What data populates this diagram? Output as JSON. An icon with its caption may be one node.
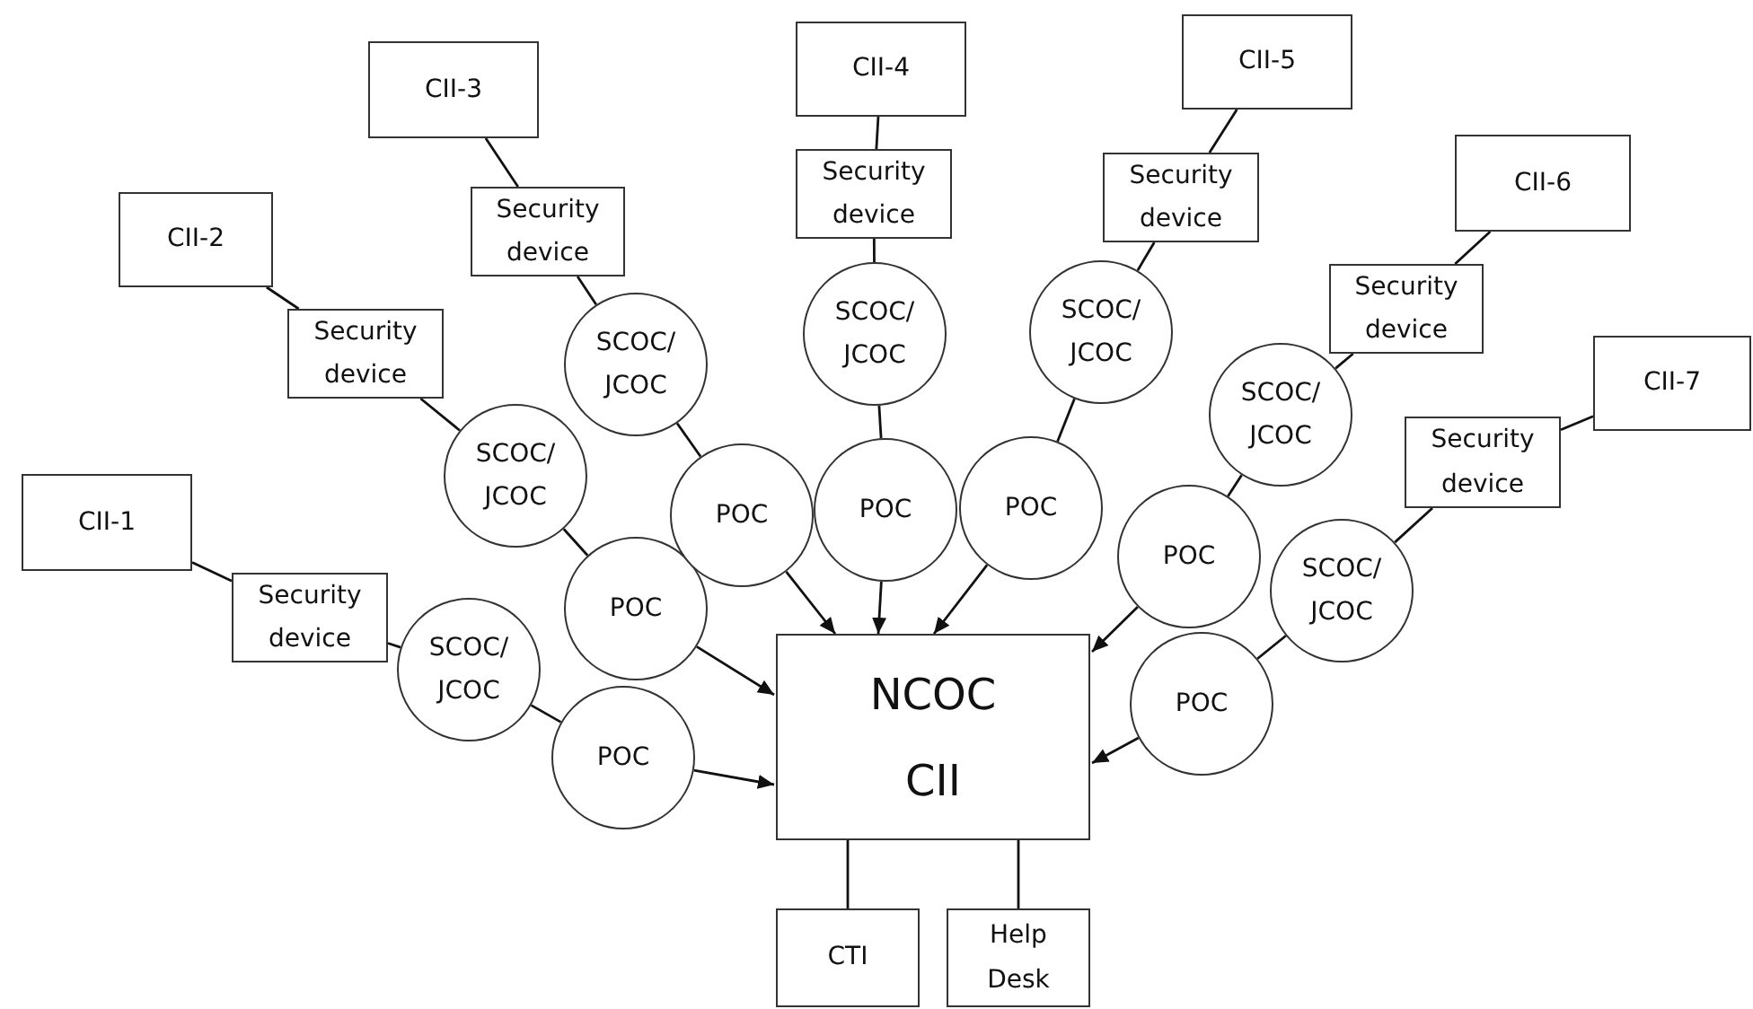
{
  "diagram": {
    "nodes": [
      {
        "text": [
          "CII-1"
        ]
      },
      {
        "text": [
          "Security device"
        ]
      },
      {
        "text": [
          "SCOC/ JCOC"
        ]
      },
      {
        "text": [
          "POC"
        ]
      },
      {
        "text": [
          "CII-2"
        ]
      },
      {
        "text": [
          "Security device"
        ]
      },
      {
        "text": [
          "SCOC/ JCOC"
        ]
      },
      {
        "text": [
          "POC"
        ]
      },
      {
        "text": [
          "CII-3"
        ]
      },
      {
        "text": [
          "Security device"
        ]
      },
      {
        "text": [
          "SCOC/ JCOC"
        ]
      },
      {
        "text": [
          "POC"
        ]
      },
      {
        "text": [
          "CII-4"
        ]
      },
      {
        "text": [
          "Security device"
        ]
      },
      {
        "text": [
          "SCOC/ JCOC"
        ]
      },
      {
        "text": [
          "POC"
        ]
      },
      {
        "text": [
          "CII-5"
        ]
      },
      {
        "text": [
          "Security device"
        ]
      },
      {
        "text": [
          "SCOC/ JCOC"
        ]
      },
      {
        "text": [
          "POC"
        ]
      },
      {
        "text": [
          "CII-6"
        ]
      },
      {
        "text": [
          "Security device"
        ]
      },
      {
        "text": [
          "SCOC/ JCOC"
        ]
      },
      {
        "text": [
          "POC"
        ]
      },
      {
        "text": [
          "CII-7"
        ]
      },
      {
        "text": [
          "Security device"
        ]
      },
      {
        "text": [
          "SCOC/ JCOC"
        ]
      },
      {
        "text": [
          "POC"
        ]
      },
      {
        "text": [
          "NCOC CII"
        ]
      },
      {
        "text": [
          "CTI"
        ]
      },
      {
        "text": [
          "Help Desk"
        ]
      }
    ],
    "edges": [
      {
        "from": 0,
        "to": 1,
        "arrow": "none"
      },
      {
        "from": 1,
        "to": 2,
        "arrow": "none"
      },
      {
        "from": 2,
        "to": 3,
        "arrow": "none"
      },
      {
        "from": 3,
        "to": 28,
        "arrow": "to"
      },
      {
        "from": 4,
        "to": 5,
        "arrow": "none"
      },
      {
        "from": 5,
        "to": 6,
        "arrow": "none"
      },
      {
        "from": 6,
        "to": 7,
        "arrow": "none"
      },
      {
        "from": 7,
        "to": 28,
        "arrow": "to"
      },
      {
        "from": 8,
        "to": 9,
        "arrow": "none"
      },
      {
        "from": 9,
        "to": 10,
        "arrow": "none"
      },
      {
        "from": 10,
        "to": 11,
        "arrow": "none"
      },
      {
        "from": 11,
        "to": 28,
        "arrow": "to"
      },
      {
        "from": 12,
        "to": 13,
        "arrow": "none"
      },
      {
        "from": 13,
        "to": 14,
        "arrow": "none"
      },
      {
        "from": 14,
        "to": 15,
        "arrow": "none"
      },
      {
        "from": 15,
        "to": 28,
        "arrow": "to"
      },
      {
        "from": 16,
        "to": 17,
        "arrow": "none"
      },
      {
        "from": 17,
        "to": 18,
        "arrow": "none"
      },
      {
        "from": 18,
        "to": 19,
        "arrow": "none"
      },
      {
        "from": 19,
        "to": 28,
        "arrow": "to"
      },
      {
        "from": 20,
        "to": 21,
        "arrow": "none"
      },
      {
        "from": 21,
        "to": 22,
        "arrow": "none"
      },
      {
        "from": 22,
        "to": 23,
        "arrow": "none"
      },
      {
        "from": 23,
        "to": 28,
        "arrow": "to"
      },
      {
        "from": 24,
        "to": 25,
        "arrow": "none"
      },
      {
        "from": 25,
        "to": 26,
        "arrow": "none"
      },
      {
        "from": 26,
        "to": 27,
        "arrow": "none"
      },
      {
        "from": 27,
        "to": 28,
        "arrow": "to"
      },
      {
        "from": 28,
        "to": 29,
        "arrow": "none"
      },
      {
        "from": 28,
        "to": 30,
        "arrow": "none"
      }
    ]
  }
}
